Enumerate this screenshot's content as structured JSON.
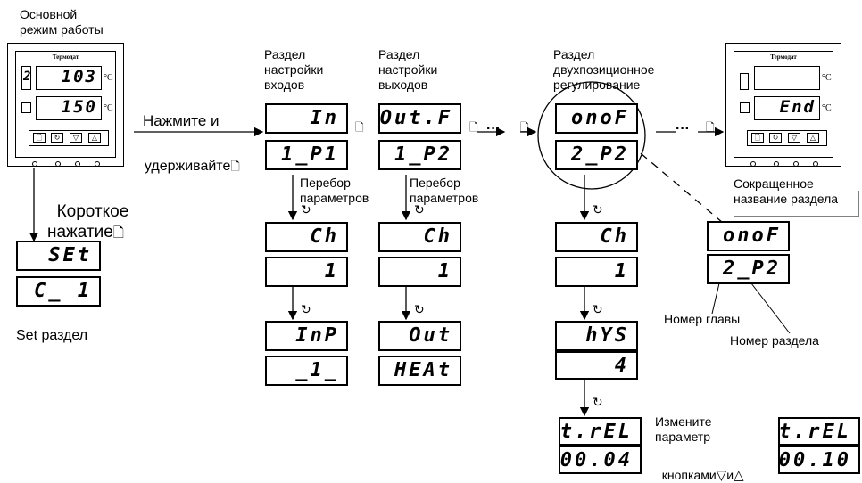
{
  "labels": {
    "main_mode": "Основной\nрежим работы",
    "press_hold": "Нажмите и",
    "hold": "удерживайте",
    "short_press": "Короткое\nнажатие",
    "set_section": "Set раздел",
    "sec_inputs": "Раздел\nнастройки\nвходов",
    "sec_outputs": "Раздел\nнастройки\nвыходов",
    "sec_onoff": "Раздел\nдвухпозиционное\nрегулирование",
    "param_cycle_1": "Перебор\nпараметров",
    "param_cycle_2": "Перебор\nпараметров",
    "short_name": "Сокращенное\nназвание раздела",
    "chapter_no": "Номер главы",
    "section_no": "Номер раздела",
    "change_param": "Измените\nпараметр",
    "with_buttons": "кнопками",
    "and": "и"
  },
  "device_main": {
    "brand": "Термодат",
    "top_value": "103",
    "bottom_value": "150",
    "side_digit": "2",
    "unit": "°C"
  },
  "device_end": {
    "brand": "Термодат",
    "bottom_value": "End",
    "unit": "°C"
  },
  "displays": {
    "set_1": "SEt",
    "set_2": "C_ 1",
    "in_title": "In",
    "in_code": "1_P1",
    "in_ch": "Ch",
    "in_ch_val": "1",
    "in_inp": "InP",
    "in_inp_val": "_1_",
    "out_title": "Out.F",
    "out_code": "1_P2",
    "out_ch": "Ch",
    "out_ch_val": "1",
    "out_out": "Out",
    "out_out_val": "HEAt",
    "onof_title": "onoF",
    "onof_code": "2_P2",
    "onof_ch": "Ch",
    "onof_ch_val": "1",
    "onof_hys": "hYS",
    "onof_hys_val": "4",
    "onof_trel": "t.rEL",
    "onof_trel_val": "00.04",
    "legend_title": "onoF",
    "legend_code": "2_P2",
    "new_trel": "t.rEL",
    "new_trel_val": "00.10"
  },
  "icons": {
    "page": "🗋",
    "cycle": "↻",
    "down": "▽",
    "up": "△",
    "dots": "···"
  }
}
